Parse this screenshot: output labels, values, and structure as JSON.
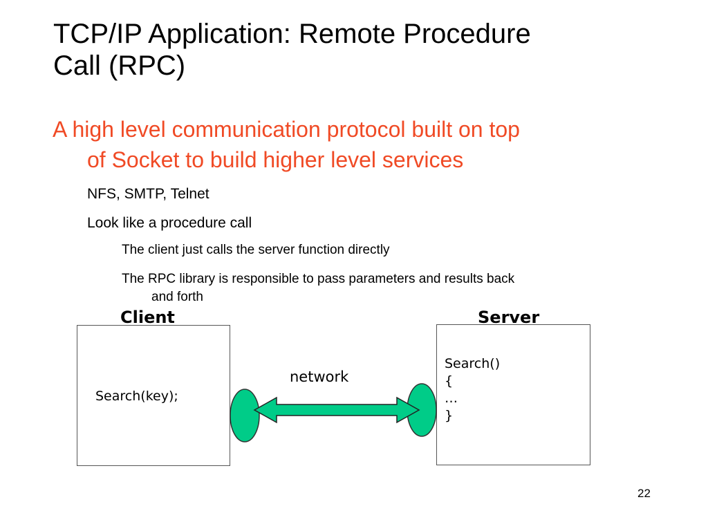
{
  "title": {
    "line1": "TCP/IP Application: Remote Procedure",
    "line2": "Call (RPC)"
  },
  "main_bullet": {
    "line1": "A high level communication protocol built on top",
    "line2": "of Socket to build higher level services",
    "color": "#f04a25"
  },
  "sub_bullets": {
    "nfs": "NFS, SMTP, Telnet",
    "procedure": "Look like a procedure call",
    "client_calls": "The client just calls the server function directly",
    "library_line1": "The RPC library is responsible to pass parameters and results back",
    "library_line2": "and forth"
  },
  "diagram": {
    "client_label": "Client",
    "server_label": "Server",
    "client_code": "Search(key);",
    "server_code": [
      "Search()",
      "{",
      "…",
      "}"
    ],
    "network_label": "network",
    "connector_color": "#00cc88"
  },
  "page_number": "22"
}
